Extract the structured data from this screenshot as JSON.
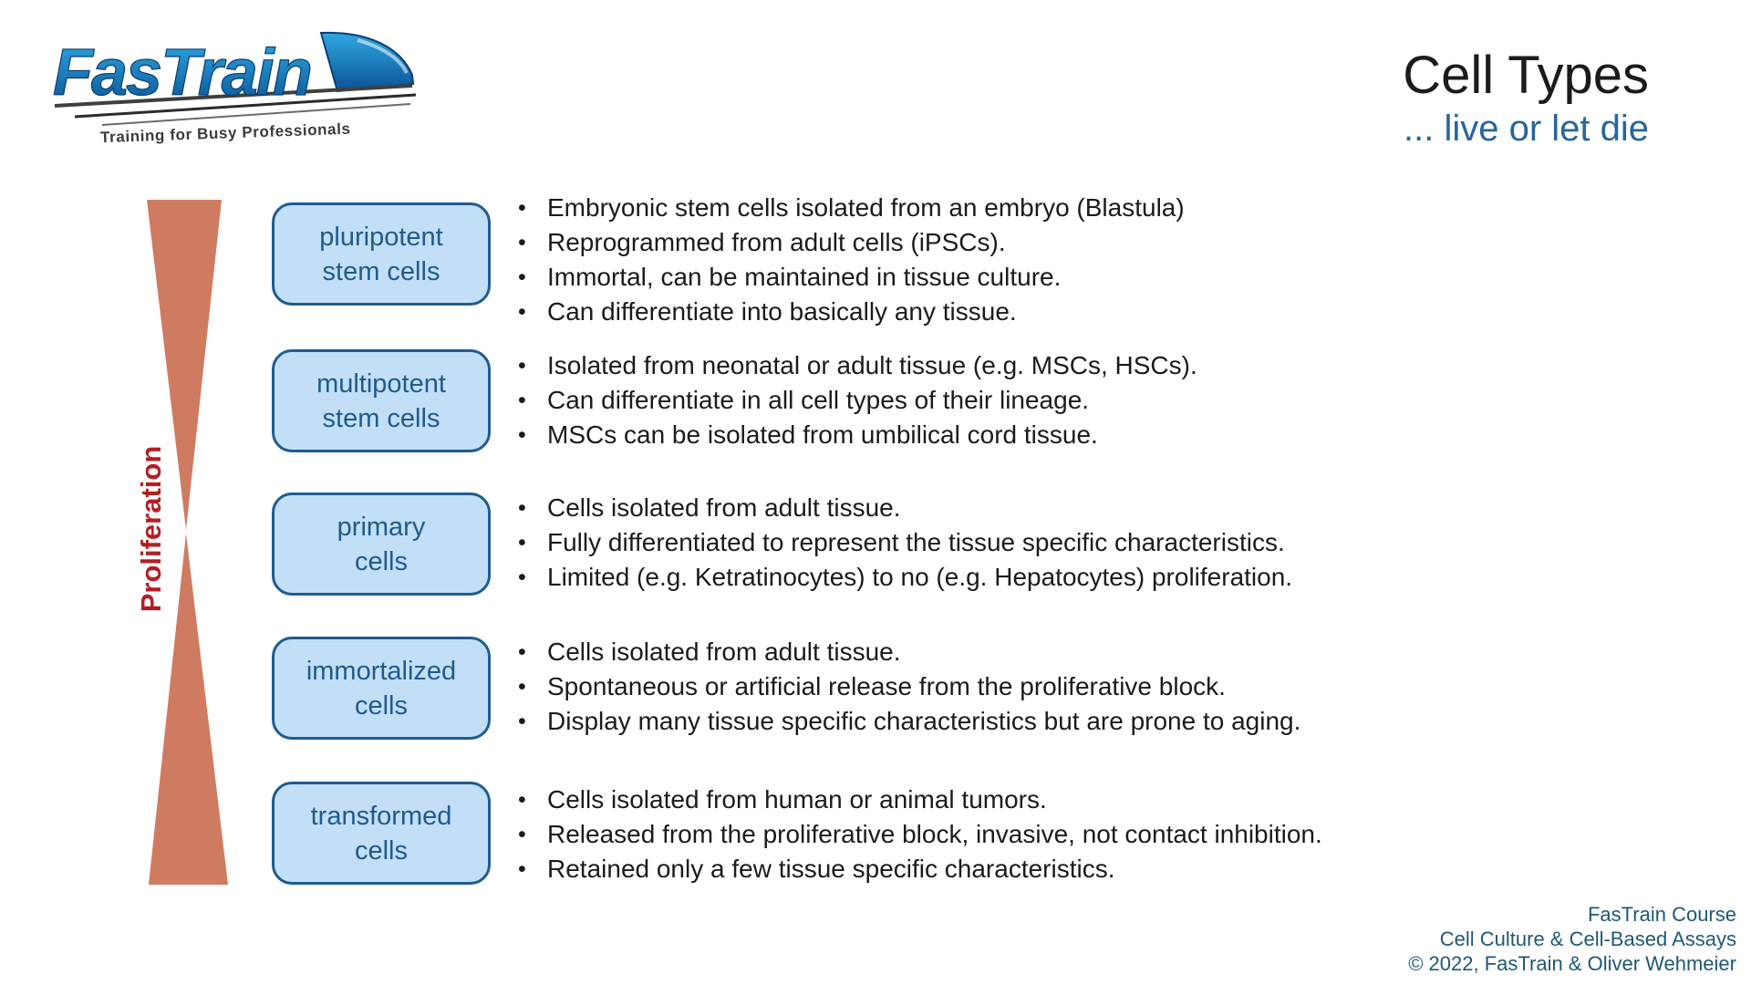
{
  "logo": {
    "brand": "FasTrain",
    "tagline": "Training for Busy Professionals"
  },
  "header": {
    "title": "Cell Types",
    "subtitle": "... live or let die"
  },
  "diagram": {
    "axis_label": "Proliferation"
  },
  "cell_types": [
    {
      "label": "pluripotent\nstem cells",
      "bullets": [
        "Embryonic stem cells isolated from an embryo (Blastula)",
        "Reprogrammed from adult cells (iPSCs).",
        "Immortal, can be maintained in tissue culture.",
        "Can differentiate into basically any tissue."
      ]
    },
    {
      "label": "multipotent\nstem cells",
      "bullets": [
        "Isolated from neonatal or adult tissue (e.g. MSCs, HSCs).",
        "Can differentiate in all cell types of their lineage.",
        "MSCs can be isolated from umbilical cord tissue."
      ]
    },
    {
      "label": "primary\ncells",
      "bullets": [
        "Cells isolated from adult tissue.",
        "Fully differentiated to represent the tissue specific characteristics.",
        "Limited (e.g. Ketratinocytes) to no (e.g. Hepatocytes) proliferation."
      ]
    },
    {
      "label": "immortalized\ncells",
      "bullets": [
        "Cells isolated from adult tissue.",
        "Spontaneous or artificial release from the proliferative block.",
        "Display many tissue specific characteristics but are prone to aging."
      ]
    },
    {
      "label": "transformed\ncells",
      "bullets": [
        "Cells isolated from human or animal tumors.",
        "Released from the proliferative block, invasive, not contact inhibition.",
        "Retained only a few tissue specific characteristics."
      ]
    }
  ],
  "footer": {
    "lines": [
      "FasTrain Course",
      "Cell Culture & Cell-Based Assays",
      "© 2022, FasTrain & Oliver Wehmeier"
    ]
  },
  "colors": {
    "box_fill": "#C3DFF7",
    "box_border": "#1F5C8F",
    "box_text": "#1E5A8E",
    "funnel": "#CF7B61",
    "proliferation_label": "#B21F24",
    "subtitle_blue": "#27659D",
    "footer_blue": "#1E5876",
    "logo_blue_dark": "#0A5394",
    "logo_blue_light": "#2FA8E1"
  }
}
